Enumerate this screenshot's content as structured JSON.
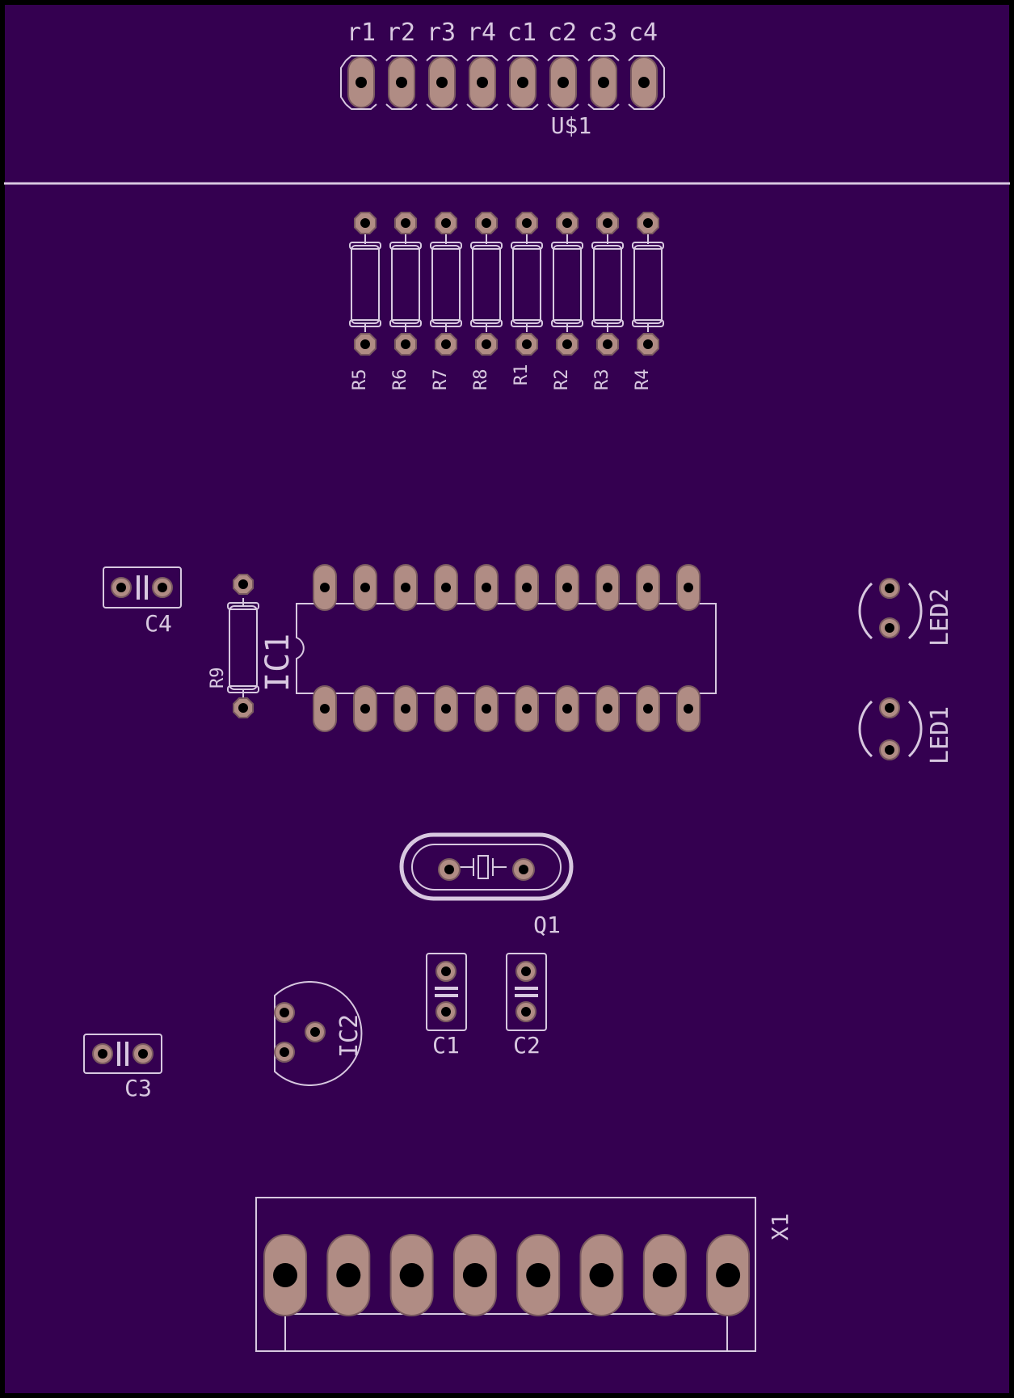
{
  "colors": {
    "board": "#340050",
    "silk": "#d8c8e0",
    "pad": "#b08c84",
    "pad_outline": "#7a5a60",
    "hole": "#000000"
  },
  "header_pins": [
    "r1",
    "r2",
    "r3",
    "r4",
    "c1",
    "c2",
    "c3",
    "c4"
  ],
  "labels": {
    "u1": "U$1",
    "r5": "R5",
    "r6": "R6",
    "r7": "R7",
    "r8": "R8",
    "r1": "R1",
    "r2": "R2",
    "r3": "R3",
    "r4": "R4",
    "r9": "R9",
    "ic1": "IC1",
    "ic2": "IC2",
    "c1": "C1",
    "c2": "C2",
    "c3": "C3",
    "c4": "C4",
    "q1": "Q1",
    "led1": "LED1",
    "led2": "LED2",
    "x1": "X1"
  }
}
